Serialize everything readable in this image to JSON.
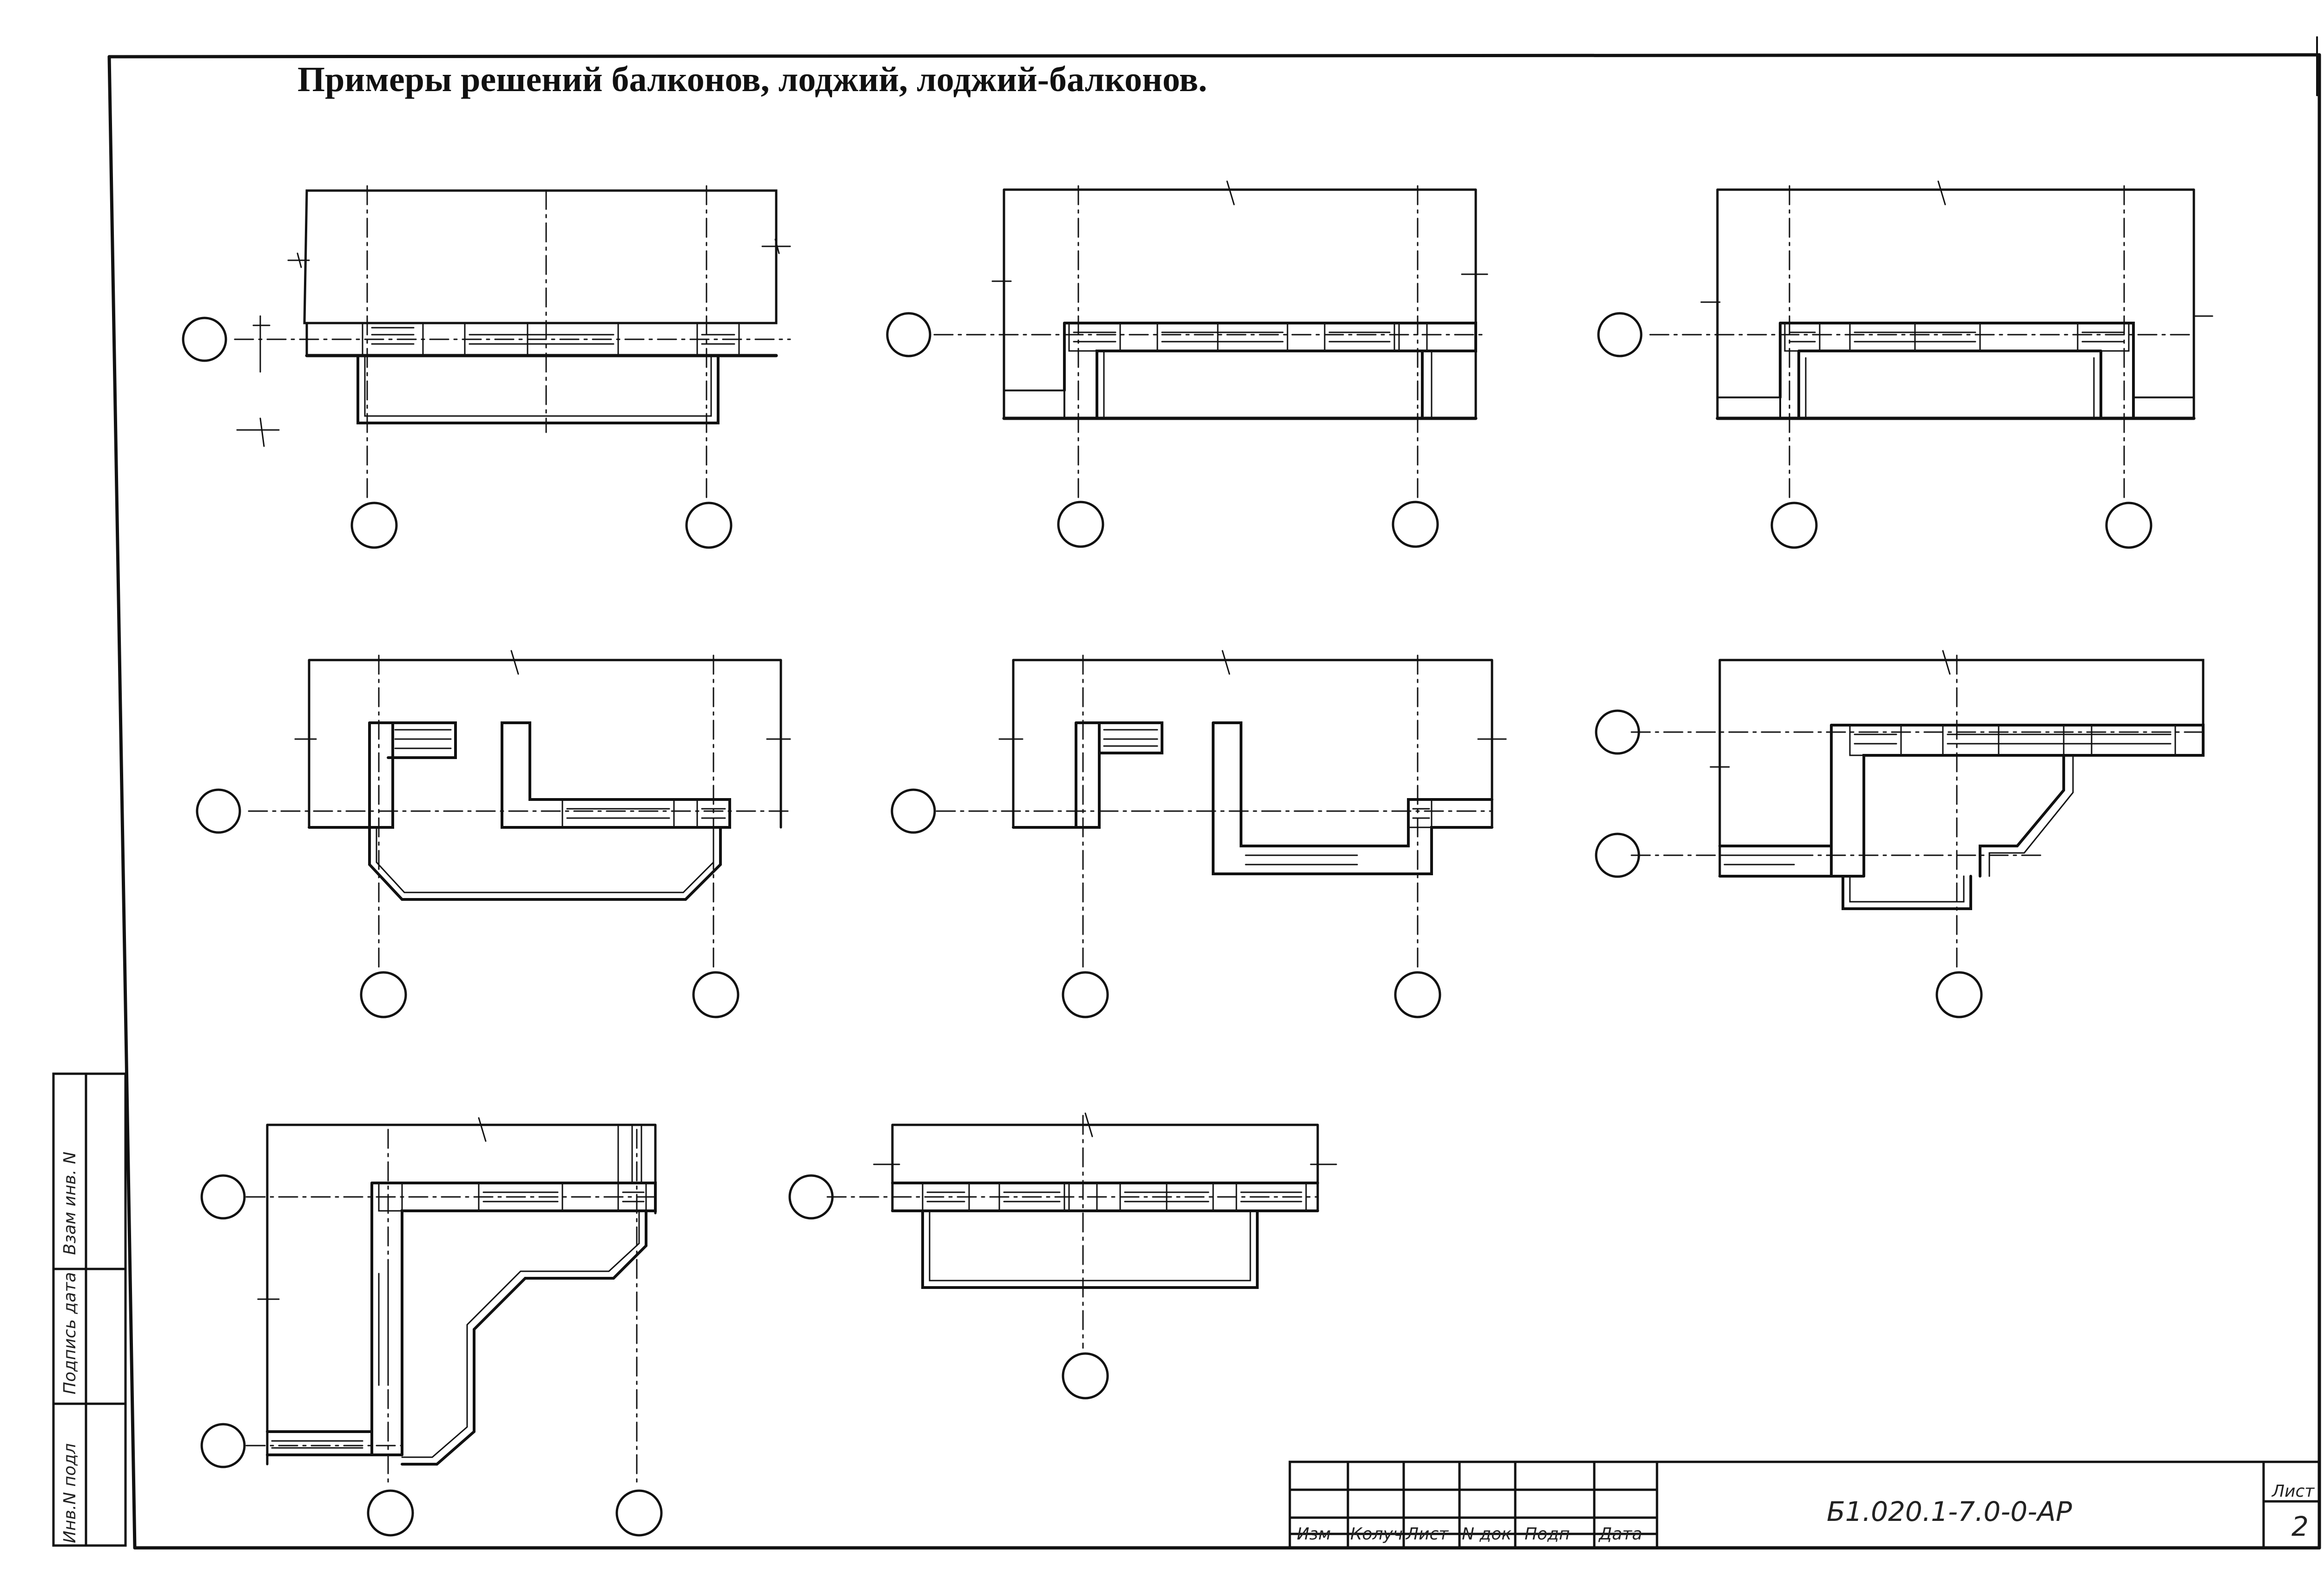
{
  "title": "Примеры решений балконов, лоджий, лоджий-балконов.",
  "drawings": [
    {
      "name": "balcony-plan-1"
    },
    {
      "name": "loggia-plan-2"
    },
    {
      "name": "loggia-plan-3"
    },
    {
      "name": "loggia-balcony-plan-4"
    },
    {
      "name": "loggia-plan-5"
    },
    {
      "name": "corner-loggia-balcony-plan-6"
    },
    {
      "name": "corner-loggia-balcony-plan-7"
    },
    {
      "name": "balcony-plan-8"
    }
  ],
  "title_block": {
    "headers": [
      "Изм",
      "Колуч",
      "Лист",
      "N док",
      "Подп",
      "Дата"
    ],
    "code": "Б1.020.1-7.0-0-АР",
    "sheet_label": "Лист",
    "sheet_number": "2"
  },
  "side_stamp": {
    "inv_no": "Инв.N подл",
    "signature_date": "Подпись дата",
    "replaced_inv": "Взам инв. N"
  }
}
